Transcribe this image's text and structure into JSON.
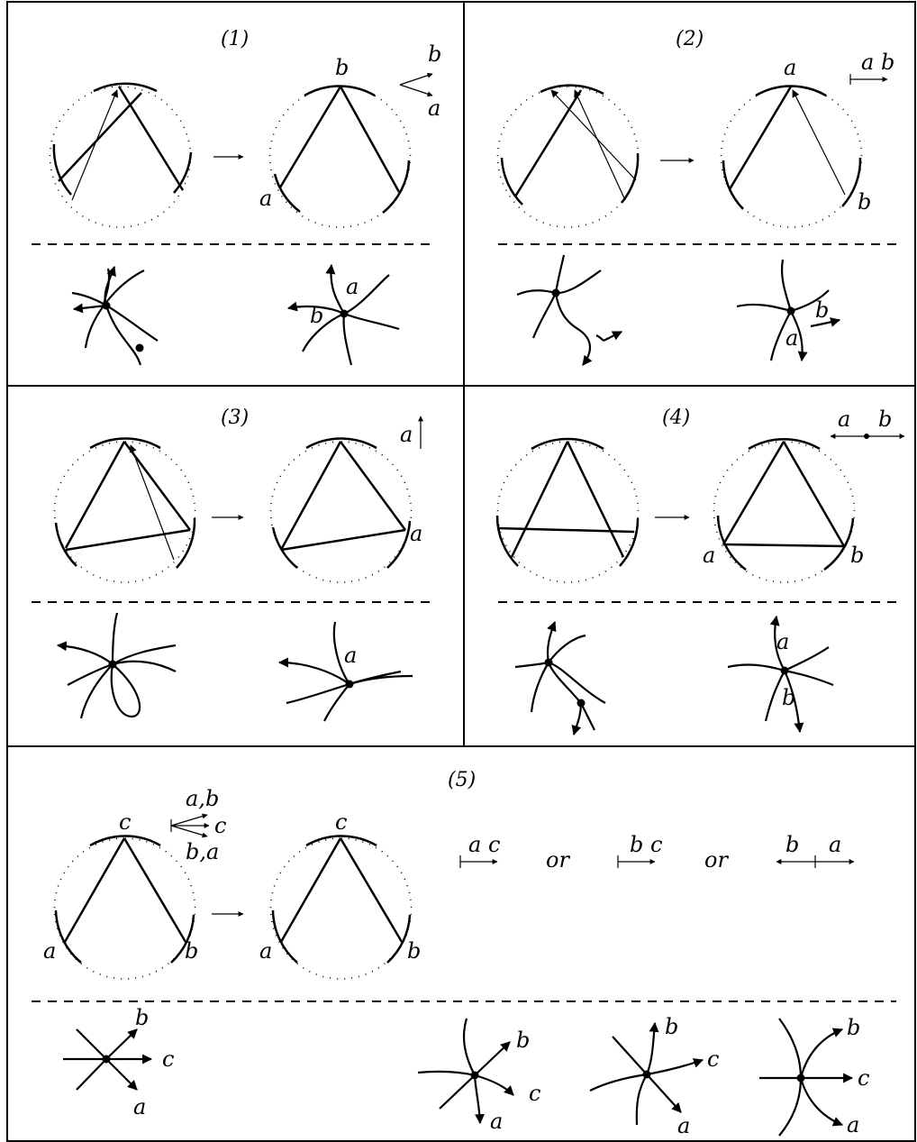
{
  "panels": {
    "p1": {
      "title": "(1)",
      "labels": {
        "top": "b",
        "left": "a",
        "dirB": "b",
        "dirA": "a",
        "pa": "a",
        "pb": "b"
      }
    },
    "p2": {
      "title": "(2)",
      "labels": {
        "top": "a",
        "right": "b",
        "dir": "a b",
        "pb": "b",
        "pa": "a"
      }
    },
    "p3": {
      "title": "(3)",
      "labels": {
        "right": "a",
        "dir": "a",
        "pa": "a"
      }
    },
    "p4": {
      "title": "(4)",
      "labels": {
        "dirA": "a",
        "dirB": "b",
        "left": "a",
        "right": "b",
        "pa": "a",
        "pb": "b"
      }
    },
    "p5": {
      "title": "(5)",
      "labels": {
        "top": "c",
        "left": "a",
        "right": "b",
        "top2": "c",
        "left2": "a",
        "right2": "b",
        "dirUp": "a,b",
        "dirMid": "c",
        "dirDown": "b,a",
        "opt1": "a c",
        "or1": "or",
        "opt2": "b c",
        "or2": "or",
        "opt3b": "b",
        "opt3a": "a",
        "q1b": "b",
        "q1c": "c",
        "q1a": "a",
        "q2b": "b",
        "q2c": "c",
        "q2a": "a",
        "q3b": "b",
        "q3c": "c",
        "q3a": "a",
        "q4b": "b",
        "q4c": "c",
        "q4a": "a"
      }
    }
  }
}
